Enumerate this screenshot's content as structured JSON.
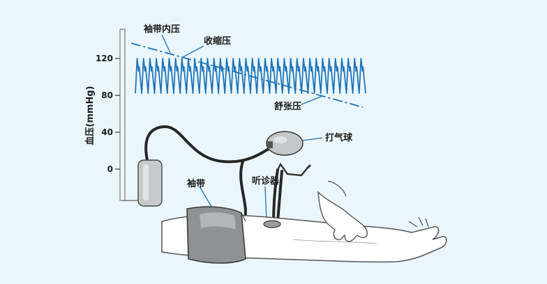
{
  "diagram": {
    "y_axis": {
      "label": "血压(mmHg)",
      "ticks": [
        "120",
        "80",
        "40",
        "0"
      ]
    },
    "labels": {
      "cuff_pressure": "袖带内压",
      "systolic": "收缩压",
      "diastolic": "舒张压",
      "bulb": "打气球",
      "cuff": "袖带",
      "stethoscope": "听诊器"
    },
    "colors": {
      "background": "#eaf6fb",
      "wave": "#1f73b7",
      "lines": "#1f73b7",
      "skin": "#ffffff",
      "cuff": "#8f9294"
    }
  }
}
